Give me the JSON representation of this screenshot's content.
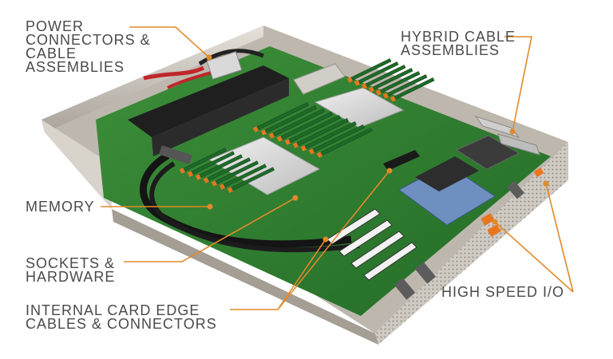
{
  "labels": {
    "power": "POWER\nCONNECTORS &\nCABLE\nASSEMBLIES",
    "hybrid": "HYBRID CABLE\nASSEMBLIES",
    "memory": "MEMORY",
    "sockets": "SOCKETS &\nHARDWARE",
    "internal": "INTERNAL CARD EDGE\nCABLES & CONNECTORS",
    "io": "HIGH SPEED I/O"
  },
  "colors": {
    "leader": "#e08a2c",
    "label_text": "#4a4a4a",
    "pcb": "#2f7a2f",
    "chassis": "#c9c4bc",
    "heatsink": "#d9d9d9",
    "connector": "#e8761e"
  }
}
